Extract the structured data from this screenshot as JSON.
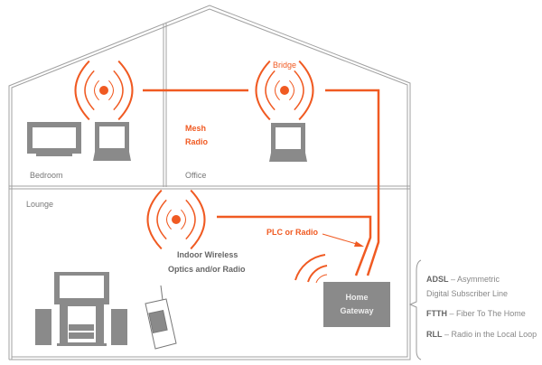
{
  "rooms": {
    "bedroom": "Bedroom",
    "office": "Office",
    "lounge": "Lounge"
  },
  "labels": {
    "bridge": "Bridge",
    "mesh_1": "Mesh",
    "mesh_2": "Radio",
    "indoor_1": "Indoor Wireless",
    "indoor_2": "Optics and/or Radio",
    "plc": "PLC or Radio"
  },
  "gateway": {
    "line1": "Home",
    "line2": "Gateway"
  },
  "legend": [
    {
      "abbr": "ADSL",
      "text": "– Asymmetric",
      "text2": "Digital Subscriber Line"
    },
    {
      "abbr": "FTTH",
      "text": "– Fiber To The Home"
    },
    {
      "abbr": "RLL",
      "text": "– Radio in the Local Loop"
    }
  ],
  "colors": {
    "accent": "#f05a22",
    "wall": "#9a9a9a",
    "device": "#8a8a8a"
  }
}
